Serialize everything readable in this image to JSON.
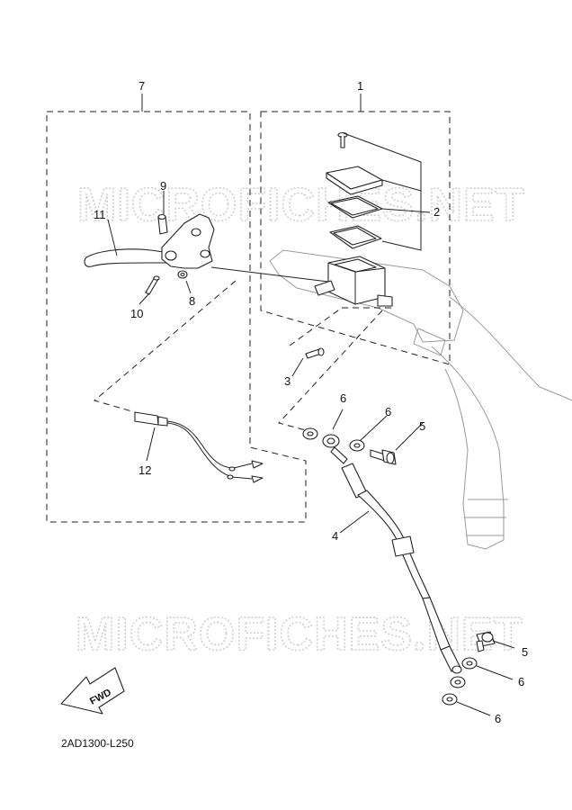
{
  "watermark": "MICROFICHES.NET",
  "fwd_label": "FWD",
  "diagram_code": "2AD1300-L250",
  "callouts": {
    "c1": "1",
    "c2": "2",
    "c3": "3",
    "c4": "4",
    "c5a": "5",
    "c5b": "5",
    "c6a": "6",
    "c6b": "6",
    "c6c": "6",
    "c6d": "6",
    "c7": "7",
    "c8": "8",
    "c9": "9",
    "c10": "10",
    "c11": "11",
    "c12": "12"
  }
}
